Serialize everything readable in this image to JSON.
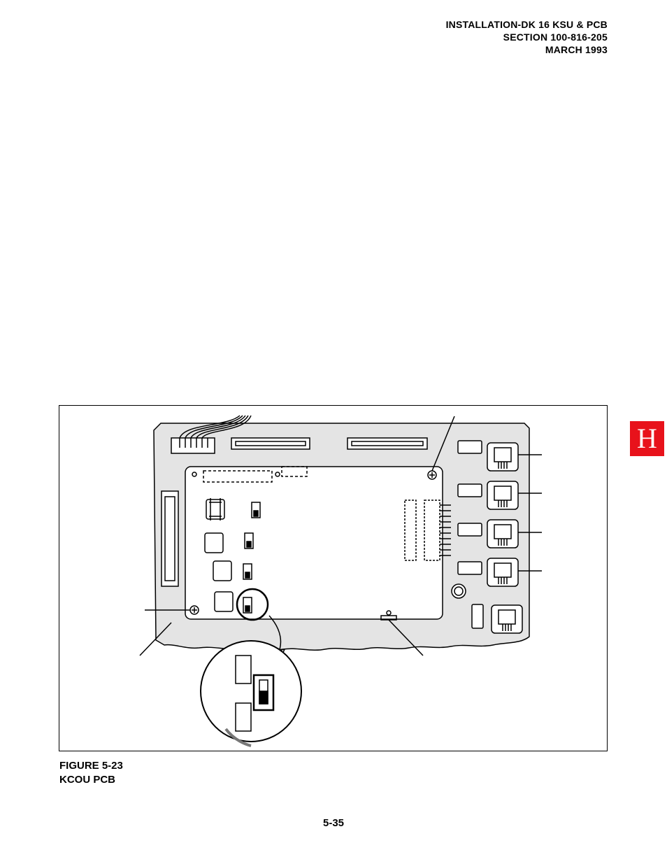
{
  "header": {
    "line1": "INSTALLATION-DK 16 KSU & PCB",
    "line2": "SECTION 100-816-205",
    "line3": "MARCH 1993"
  },
  "section_tab": {
    "letter": "H",
    "color": "#e8121b"
  },
  "figure": {
    "number": "FIGURE 5-23",
    "title": "KCOU PCB"
  },
  "page_number": "5-35"
}
